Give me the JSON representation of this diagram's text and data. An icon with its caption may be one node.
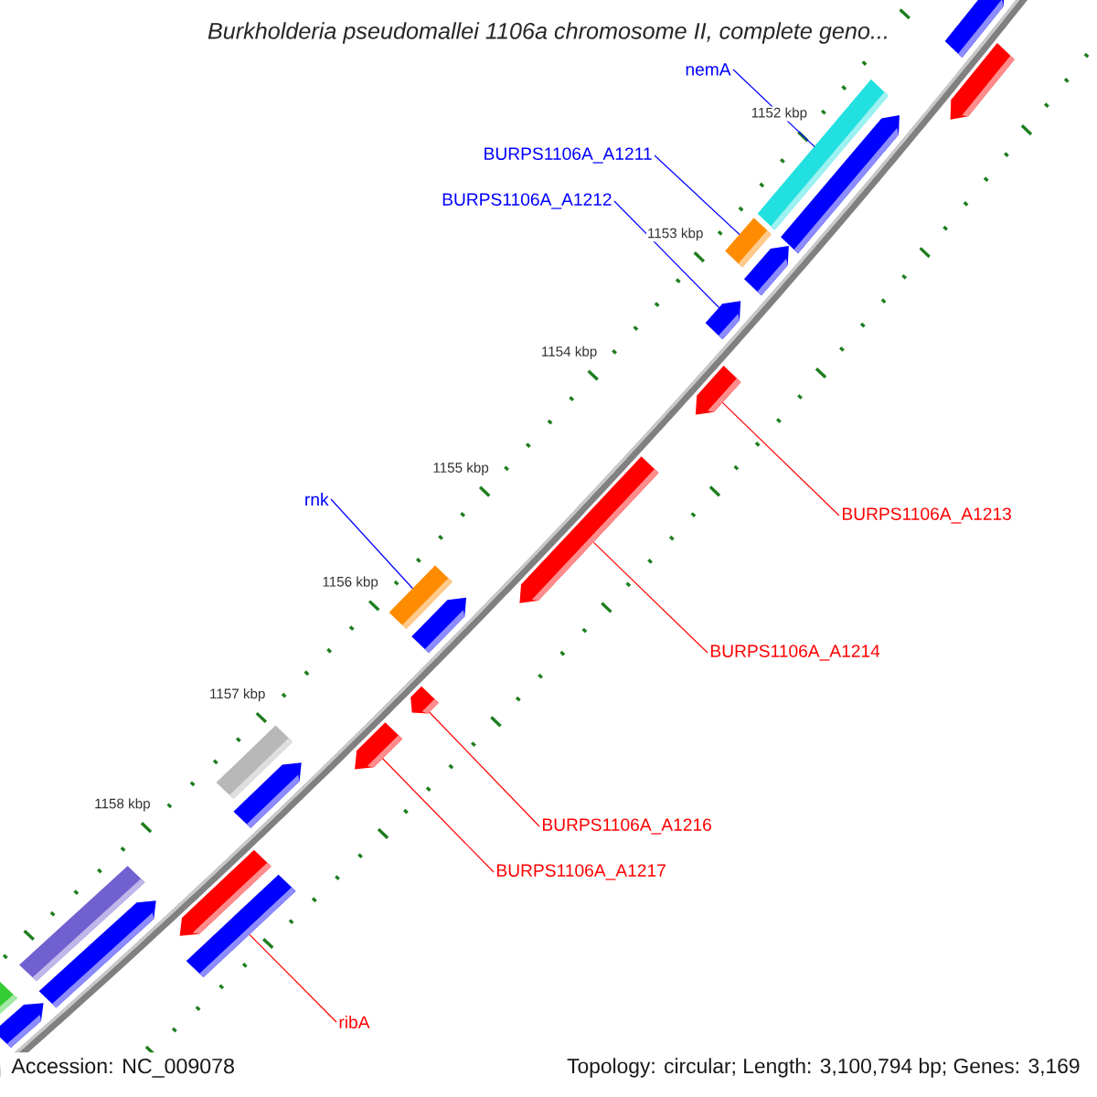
{
  "diagram": {
    "title": "Burkholderia pseudomallei 1106a chromosome II, complete geno...",
    "nodes": [
      {
        "text": [
          "nemA"
        ]
      },
      {
        "text": [],
        "shape": "bar"
      },
      {
        "text": [
          "BURPS1106A_A1211"
        ]
      },
      {
        "text": [],
        "shape": "bar"
      },
      {
        "text": [
          "BURPS1106A_A1212"
        ]
      },
      {
        "text": [],
        "shape": "arrow"
      },
      {
        "text": [
          "rnk"
        ]
      },
      {
        "text": [],
        "shape": "bar"
      },
      {
        "text": [
          "BURPS1106A_A1213"
        ]
      },
      {
        "text": [],
        "shape": "arrow"
      },
      {
        "text": [
          "BURPS1106A_A1214"
        ]
      },
      {
        "text": [],
        "shape": "arrow"
      },
      {
        "text": [
          "BURPS1106A_A1216"
        ]
      },
      {
        "text": [],
        "shape": "arrow"
      },
      {
        "text": [
          "BURPS1106A_A1217"
        ]
      },
      {
        "text": [],
        "shape": "arrow"
      },
      {
        "text": [
          "ribA"
        ]
      },
      {
        "text": [],
        "shape": "bar"
      },
      {
        "text": [],
        "shape": "arrow"
      },
      {
        "text": [],
        "shape": "arrow"
      },
      {
        "text": [],
        "shape": "arrow"
      },
      {
        "text": [],
        "shape": "arrow"
      },
      {
        "text": [],
        "shape": "bar"
      },
      {
        "text": [],
        "shape": "arrow"
      },
      {
        "text": [],
        "shape": "bar"
      },
      {
        "text": [],
        "shape": "arrow"
      },
      {
        "text": [],
        "shape": "bar"
      },
      {
        "text": [],
        "shape": "arrow"
      },
      {
        "text": [],
        "shape": "arrow"
      },
      {
        "text": [],
        "shape": "arrow"
      }
    ],
    "edges": [
      {
        "from": 0,
        "to": 1,
        "arrow": "none",
        "color": "#0000ff"
      },
      {
        "from": 2,
        "to": 3,
        "arrow": "none",
        "color": "#0000ff"
      },
      {
        "from": 4,
        "to": 5,
        "arrow": "none",
        "color": "#0000ff"
      },
      {
        "from": 6,
        "to": 7,
        "arrow": "none",
        "color": "#0000ff"
      },
      {
        "from": 8,
        "to": 9,
        "arrow": "none"
      },
      {
        "from": 10,
        "to": 11,
        "arrow": "none"
      },
      {
        "from": 12,
        "to": 13,
        "arrow": "none"
      },
      {
        "from": 14,
        "to": 15,
        "arrow": "none"
      },
      {
        "from": 16,
        "to": 17,
        "arrow": "none"
      }
    ],
    "labels": [
      "1152 kbp",
      "1153 kbp",
      "1154 kbp",
      "1155 kbp",
      "1156 kbp",
      "1157 kbp",
      "1158 kbp",
      "Accession: NC_009078",
      "Topology: circular; Length: 3,100,794 bp; Genes: 3,169"
    ]
  }
}
